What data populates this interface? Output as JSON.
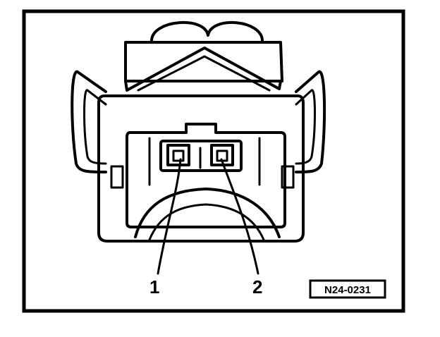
{
  "callouts": [
    {
      "label": "1"
    },
    {
      "label": "2"
    }
  ],
  "reference_code": "N24-0231"
}
